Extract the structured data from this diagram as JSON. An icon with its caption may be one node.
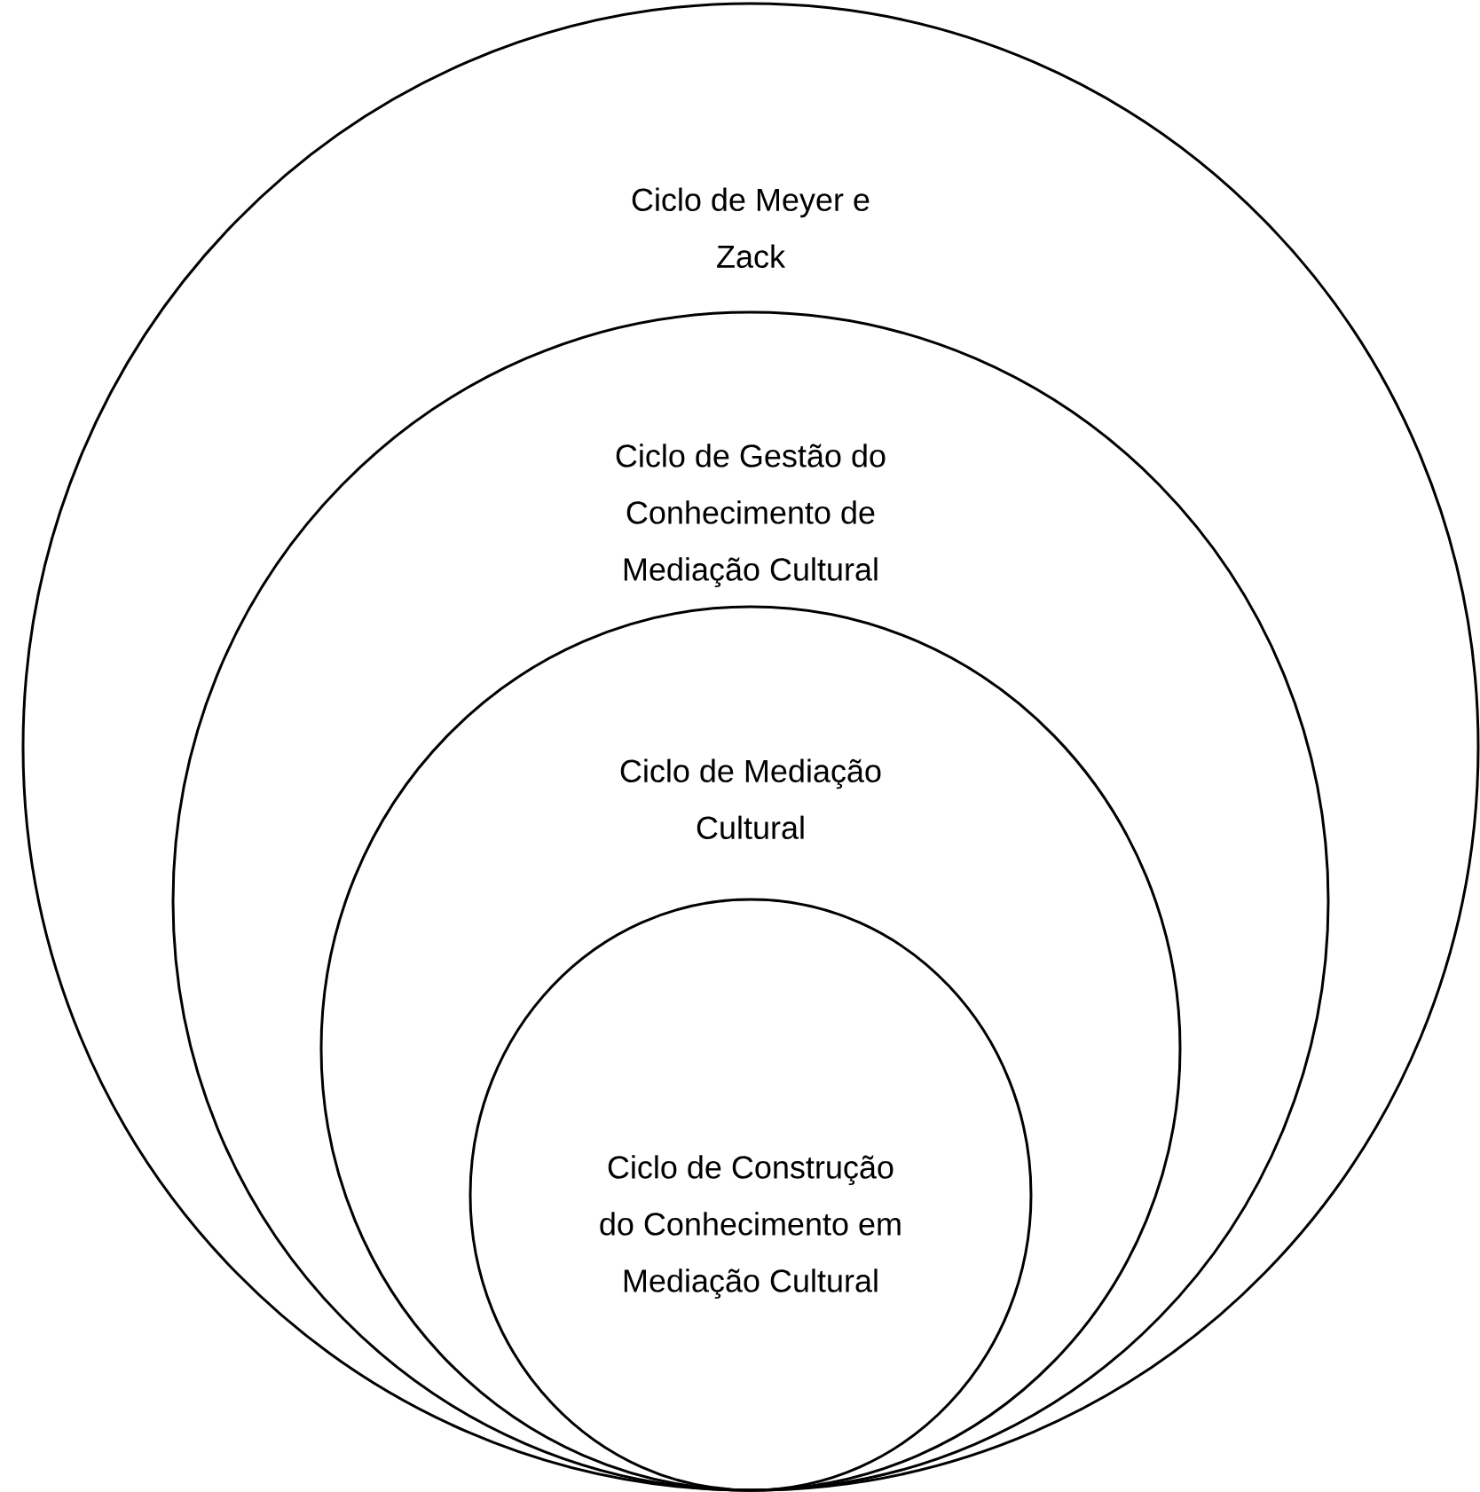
{
  "diagram": {
    "nodes": [
      {
        "text": [
          "Ciclo de Meyer e Zack"
        ]
      },
      {
        "text": [
          "Ciclo de Gestão do Conhecimento de Mediação Cultural"
        ],
        "in": 0
      },
      {
        "text": [
          "Ciclo de Mediação Cultural"
        ],
        "in": 1
      },
      {
        "text": [
          "Ciclo de Construção do Conhecimento em Mediação Cultural"
        ],
        "in": 2
      }
    ]
  }
}
